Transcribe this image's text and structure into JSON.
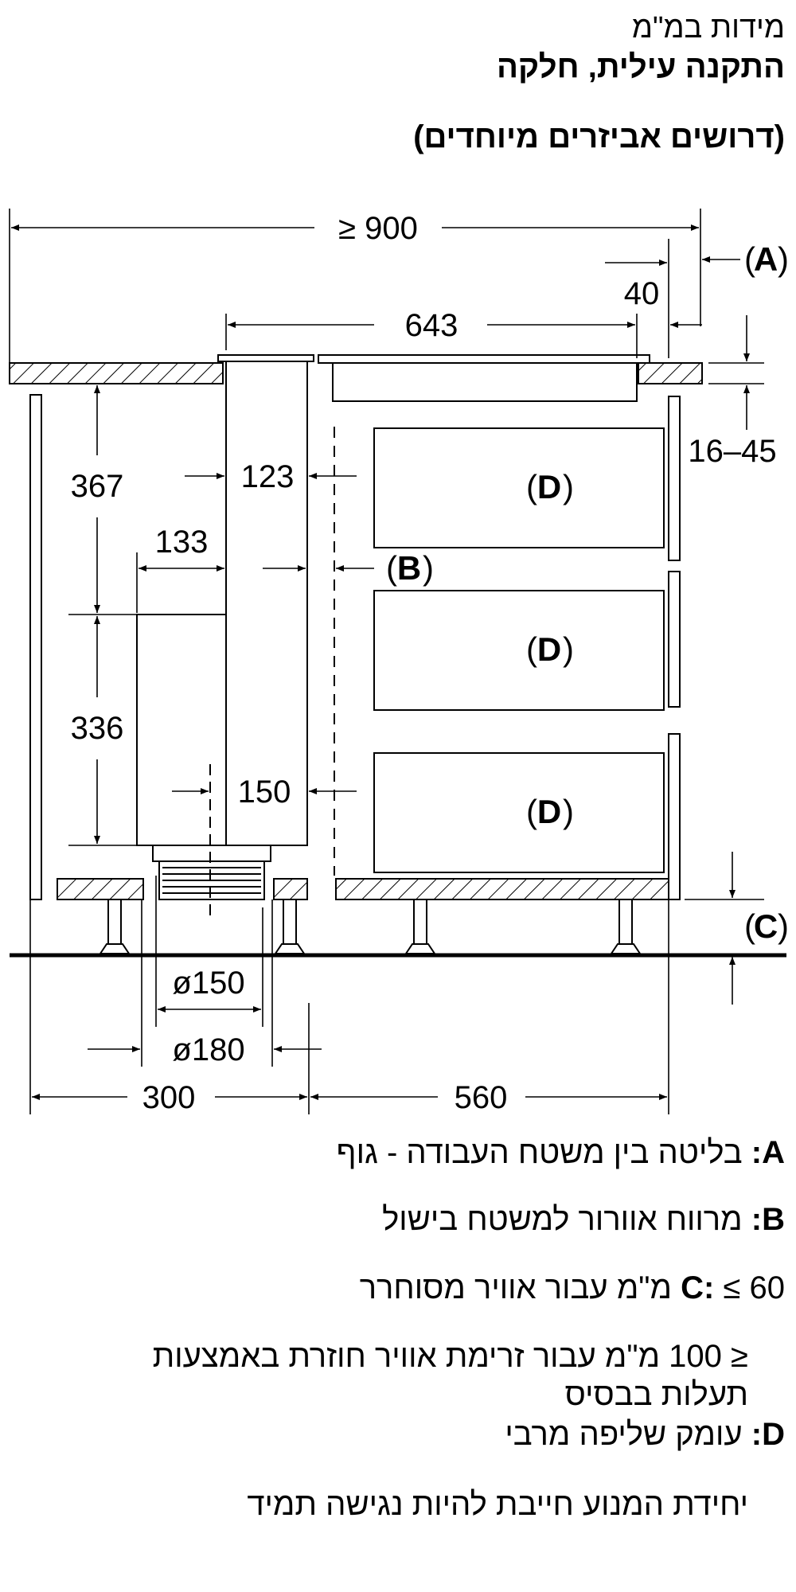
{
  "header": {
    "units": "מידות במ\"מ",
    "title": "התקנה עילית, חלקה",
    "note": "(דרושים אביזרים מיוחדים)"
  },
  "dims": {
    "overall_width": "≥ 900",
    "cooktop_width": "643",
    "overhang": "40",
    "thickness": "16–45",
    "shaft_width": "123",
    "motor_width": "133",
    "upper_height": "367",
    "motor_height": "336",
    "outlet": "150",
    "dia_150": "ø150",
    "dia_180": "ø180",
    "bottom_left": "300",
    "bottom_right": "560"
  },
  "labels": {
    "a": "A",
    "b": "B",
    "c": "C",
    "d": "D",
    "paren_open": "(",
    "paren_close": ")"
  },
  "legend": {
    "a_key": "A:",
    "a_text": "בליטה בין משטח העבודה - גוף",
    "b_key": "B:",
    "b_text": "מרווח אוורור למשטח בישול",
    "c_key": "C:",
    "c_text": "≤ 60 מ\"מ עבור אוויר מסוחרר",
    "c_text2a": "≤ 100 מ\"מ עבור זרימת אוויר חוזרת באמצעות",
    "c_text2b": "תעלות בבסיס",
    "d_key": "D:",
    "d_text": "עומק שליפה מרבי",
    "footer": "יחידת המנוע חייבת להיות נגישה תמיד"
  }
}
